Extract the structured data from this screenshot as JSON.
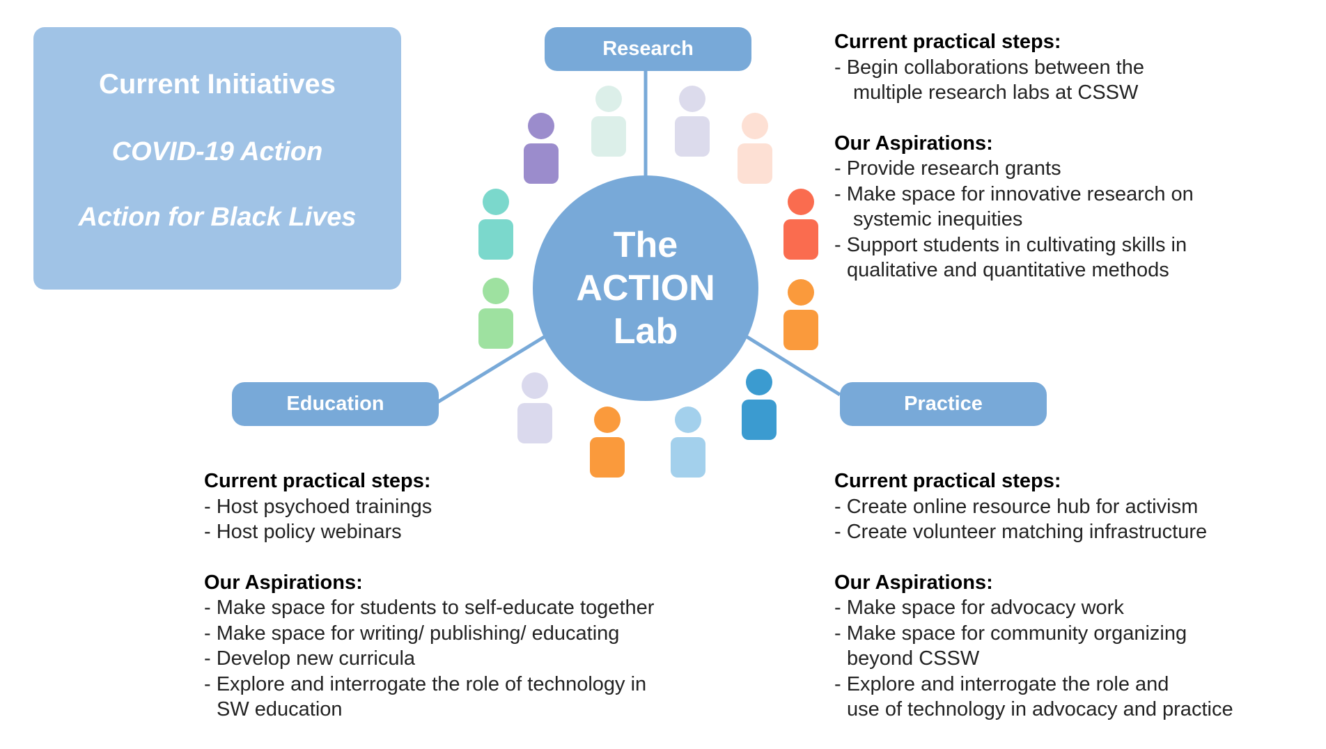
{
  "initiatives": {
    "title": "Current Initiatives",
    "items": [
      "COVID-19 Action",
      "Action for Black Lives"
    ]
  },
  "hub": {
    "line1": "The",
    "line2": "ACTION",
    "line3": "Lab"
  },
  "branches": {
    "research": "Research",
    "education": "Education",
    "practice": "Practice"
  },
  "research": {
    "steps_heading": "Current practical steps:",
    "steps": [
      "- Begin collaborations between the",
      "multiple research labs at CSSW"
    ],
    "aspirations_heading": "Our Aspirations:",
    "aspirations": [
      "- Provide research grants",
      "- Make space for innovative research on",
      "systemic inequities",
      "- Support students in cultivating skills in",
      "qualitative and quantitative methods"
    ]
  },
  "education": {
    "steps_heading": "Current practical steps:",
    "steps": [
      "- Host psychoed trainings",
      "- Host policy webinars"
    ],
    "aspirations_heading": "Our Aspirations:",
    "aspirations": [
      "- Make space for students to self-educate together",
      "- Make space for writing/ publishing/ educating",
      "- Develop new curricula",
      "- Explore and interrogate the role of technology in",
      "SW education"
    ]
  },
  "practice": {
    "steps_heading": "Current practical steps:",
    "steps": [
      "- Create online resource hub for activism",
      "- Create volunteer matching infrastructure"
    ],
    "aspirations_heading": "Our Aspirations:",
    "aspirations": [
      "- Make space for advocacy work",
      "- Make space for community organizing",
      "beyond CSSW",
      "- Explore and interrogate the role and",
      "use of technology in advocacy and practice"
    ]
  },
  "colors": {
    "card": "#a0c3e6",
    "hub": "#78a9d8",
    "connector": "#78a9d8",
    "people": [
      "#9b8ccc",
      "#dcefe9",
      "#dcdbec",
      "#fde0d4",
      "#7bd8cc",
      "#fa6c4f",
      "#9ee1a0",
      "#fa9a3c",
      "#dad9ed",
      "#fa9a3c",
      "#a3d0ec",
      "#3b9bd0"
    ]
  }
}
